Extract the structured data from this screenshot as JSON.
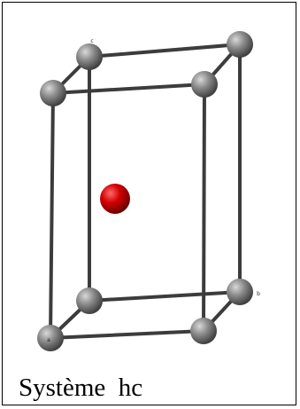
{
  "caption": "Système  hc",
  "axis_labels": {
    "a": "a",
    "b": "b",
    "c": "c"
  },
  "colors": {
    "corner_atom": "#808080",
    "center_atom": "#cc0000",
    "bond": "#3c3c3c",
    "frame": "#000000"
  }
}
